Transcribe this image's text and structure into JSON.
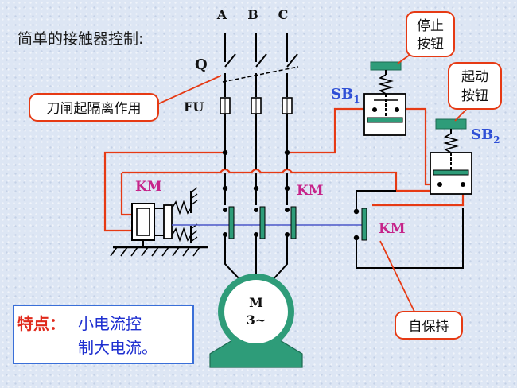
{
  "title": "简单的接触器控制:",
  "phases": [
    "A",
    "B",
    "C"
  ],
  "labels": {
    "q": "Q",
    "fu": "FU",
    "km_coil": "KM",
    "km_main": "KM",
    "km_aux": "KM",
    "sb1_main": "SB",
    "sb1_sub": "1",
    "sb2_main": "SB",
    "sb2_sub": "2",
    "motor_line1": "M",
    "motor_line2": "3~"
  },
  "callouts": {
    "knife_switch": "刀闸起隔离作用",
    "stop_button": [
      "停止",
      "按钮"
    ],
    "start_button": [
      "起动",
      "按钮"
    ],
    "self_hold": "自保持"
  },
  "feature": {
    "label": "特点：",
    "line1": "小电流控",
    "line2": "制大电流。"
  },
  "colors": {
    "wire": "#000000",
    "control_wire": "#e63a14",
    "callout_border": "#e63a14",
    "km_text": "#c6248a",
    "sb_text": "#2f4fd6",
    "feature_label": "#e0281a",
    "feature_text": "#1e2fd0",
    "feature_border": "#3a6fd8",
    "button_green": "#2e9c79",
    "link_line": "#4a56c8"
  }
}
